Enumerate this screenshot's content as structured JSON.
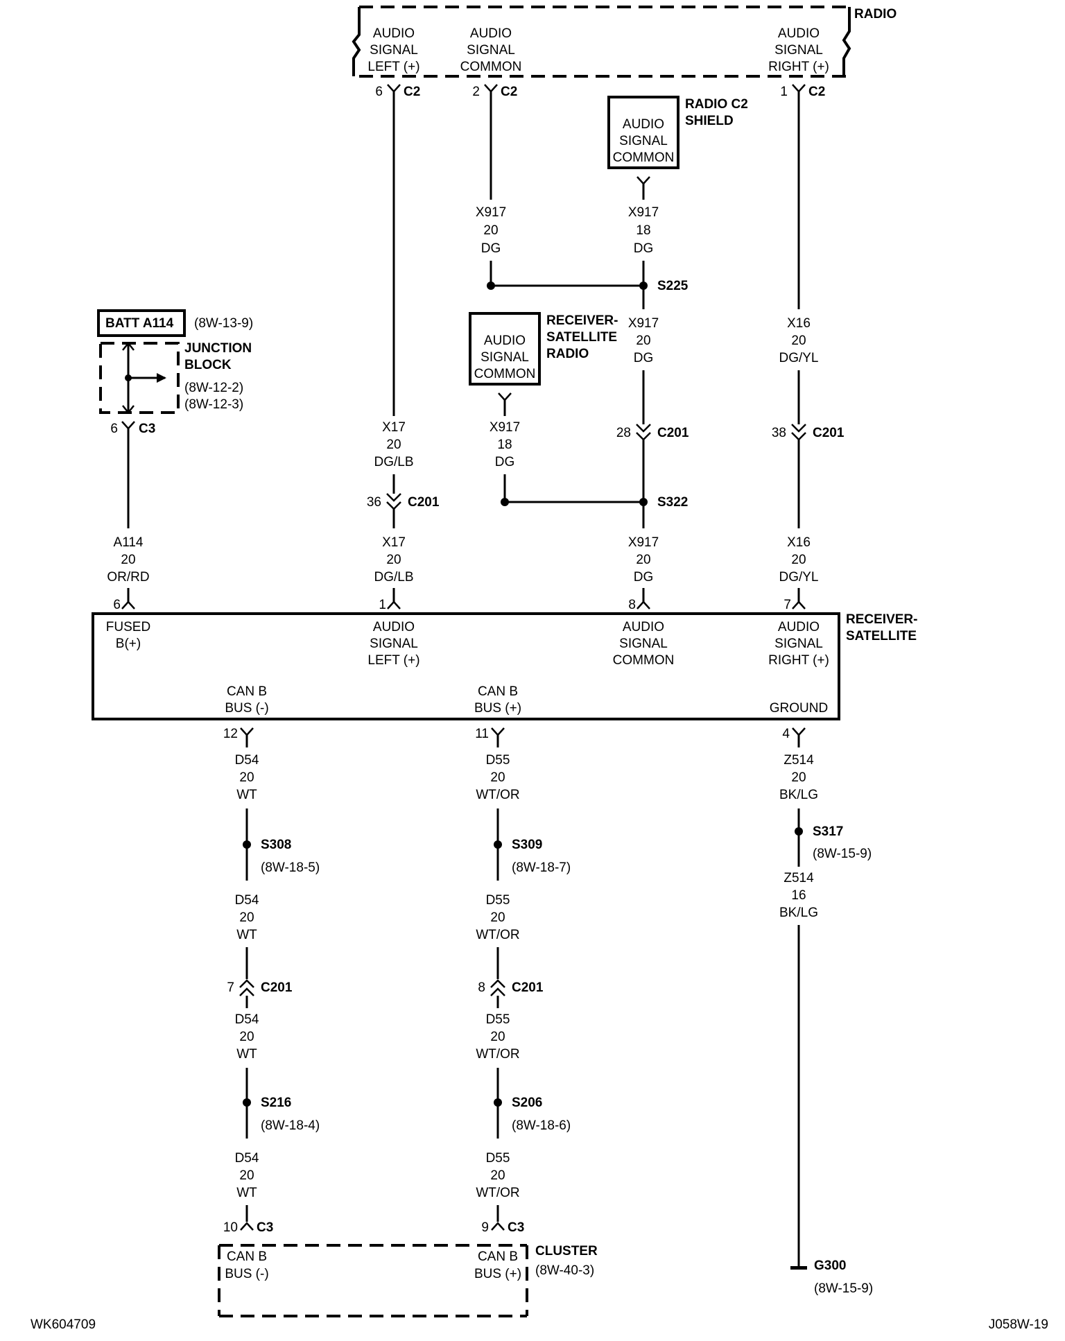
{
  "radio": {
    "title": "RADIO",
    "pin_left_label": [
      "AUDIO",
      "SIGNAL",
      "LEFT (+)"
    ],
    "pin_common_label": [
      "AUDIO",
      "SIGNAL",
      "COMMON"
    ],
    "pin_right_label": [
      "AUDIO",
      "SIGNAL",
      "RIGHT (+)"
    ],
    "pin_left": "6",
    "pin_common": "2",
    "pin_right": "1",
    "connector": "C2"
  },
  "radio_shield": {
    "label": [
      "RADIO C2",
      "SHIELD"
    ],
    "box_label": [
      "AUDIO",
      "SIGNAL",
      "COMMON"
    ]
  },
  "rsr_component": {
    "label": [
      "RECEIVER-",
      "SATELLITE",
      "RADIO"
    ],
    "box_label": [
      "AUDIO",
      "SIGNAL",
      "COMMON"
    ]
  },
  "junction_block": {
    "batt": "BATT A114",
    "batt_ref": "(8W-13-9)",
    "label": [
      "JUNCTION",
      "BLOCK"
    ],
    "refs": [
      "(8W-12-2)",
      "(8W-12-3)"
    ],
    "pin": "6",
    "connector": "C3"
  },
  "wires": {
    "x917_20": [
      "X917",
      "20",
      "DG"
    ],
    "x917_18": [
      "X917",
      "18",
      "DG"
    ],
    "x17": [
      "X17",
      "20",
      "DG/LB"
    ],
    "x16": [
      "X16",
      "20",
      "DG/YL"
    ],
    "a114": [
      "A114",
      "20",
      "OR/RD"
    ],
    "d54": [
      "D54",
      "20",
      "WT"
    ],
    "d55": [
      "D55",
      "20",
      "WT/OR"
    ],
    "z514_20": [
      "Z514",
      "20",
      "BK/LG"
    ],
    "z514_16": [
      "Z514",
      "16",
      "BK/LG"
    ]
  },
  "splices": {
    "s225": "S225",
    "s322": "S322",
    "s308": "S308",
    "s308_ref": "(8W-18-5)",
    "s309": "S309",
    "s309_ref": "(8W-18-7)",
    "s317": "S317",
    "s317_ref": "(8W-15-9)",
    "s216": "S216",
    "s216_ref": "(8W-18-4)",
    "s206": "S206",
    "s206_ref": "(8W-18-6)"
  },
  "inline": {
    "c201": "C201",
    "x17_pin": "36",
    "x917_pin": "28",
    "x16_pin": "38",
    "d54_pin": "7",
    "d55_pin": "8"
  },
  "receiver": {
    "title": [
      "RECEIVER-",
      "SATELLITE"
    ],
    "fused": [
      "FUSED",
      "B(+)"
    ],
    "left": [
      "AUDIO",
      "SIGNAL",
      "LEFT (+)"
    ],
    "common": [
      "AUDIO",
      "SIGNAL",
      "COMMON"
    ],
    "right": [
      "AUDIO",
      "SIGNAL",
      "RIGHT (+)"
    ],
    "canb_minus": [
      "CAN B",
      "BUS (-)"
    ],
    "canb_plus": [
      "CAN B",
      "BUS (+)"
    ],
    "ground": "GROUND",
    "pin_fused": "6",
    "pin_left": "1",
    "pin_common": "8",
    "pin_right": "7",
    "pin_canb_minus": "12",
    "pin_canb_plus": "11",
    "pin_ground": "4"
  },
  "cluster": {
    "title": "CLUSTER",
    "ref": "(8W-40-3)",
    "canb_minus": [
      "CAN B",
      "BUS (-)"
    ],
    "canb_plus": [
      "CAN B",
      "BUS (+)"
    ],
    "pin_minus": "10",
    "pin_plus": "9",
    "connector": "C3"
  },
  "ground": {
    "label": "G300",
    "ref": "(8W-15-9)"
  },
  "footer": {
    "left": "WK604709",
    "right": "J058W-19"
  }
}
